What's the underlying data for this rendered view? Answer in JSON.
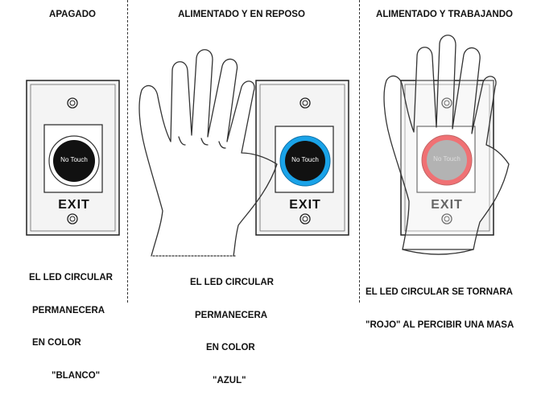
{
  "panels": [
    {
      "title": "APAGADO",
      "caption": [
        "EL LED CIRCULAR",
        "PERMANECERA",
        "EN COLOR",
        "\"BLANCO\""
      ],
      "button_label": "No Touch",
      "exit_label": "EXIT",
      "led_color": "#ffffff"
    },
    {
      "title": "ALIMENTADO Y EN REPOSO",
      "caption": [
        "EL LED CIRCULAR",
        "PERMANECERA",
        "EN COLOR",
        "\"AZUL\""
      ],
      "button_label": "No Touch",
      "exit_label": "EXIT",
      "led_color": "#1aa3e8"
    },
    {
      "title": "ALIMENTADO Y TRABAJANDO",
      "caption": [
        "EL LED CIRCULAR SE TORNARA",
        "\"ROJO\" AL PERCIBIR UNA MASA"
      ],
      "button_label": "No Touch",
      "exit_label": "EXIT",
      "led_color": "#e8262a"
    }
  ]
}
